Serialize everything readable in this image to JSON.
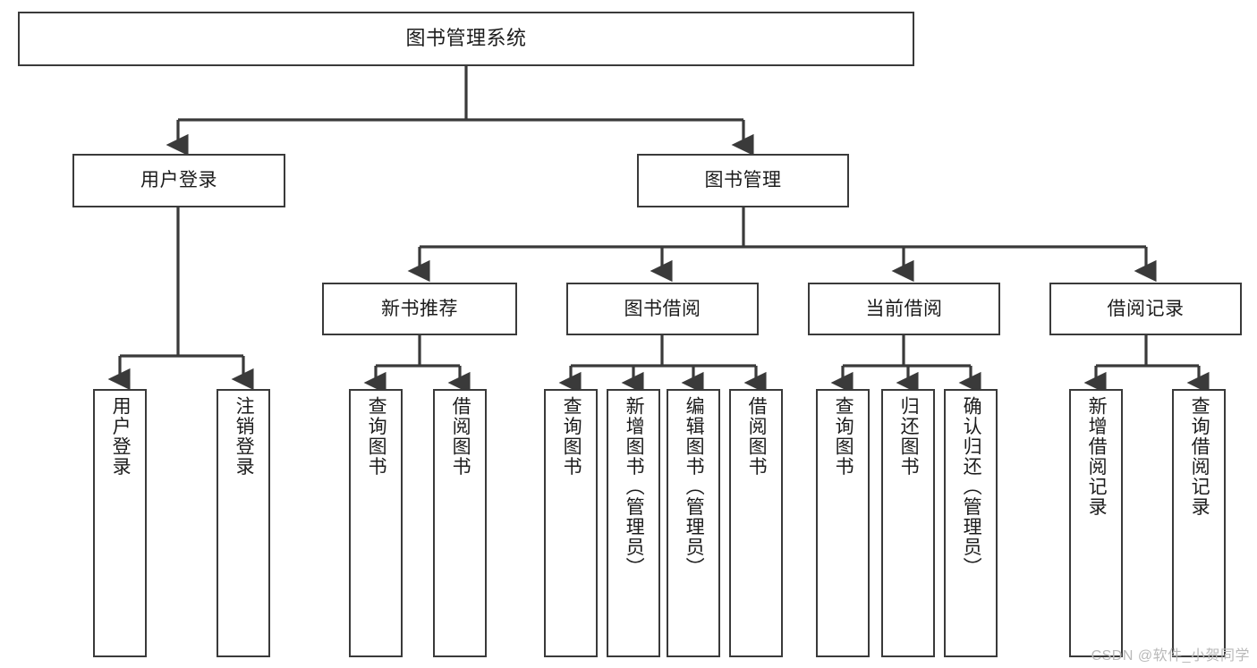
{
  "diagram": {
    "title_node": {
      "label": "图书管理系统"
    },
    "level2": [
      {
        "key": "user_login",
        "label": "用户登录"
      },
      {
        "key": "book_manage",
        "label": "图书管理"
      }
    ],
    "level3": [
      {
        "key": "new_book_rec",
        "label": "新书推荐"
      },
      {
        "key": "book_borrow",
        "label": "图书借阅"
      },
      {
        "key": "current_borrow",
        "label": "当前借阅"
      },
      {
        "key": "borrow_record",
        "label": "借阅记录"
      }
    ],
    "leaves": {
      "user_login": [
        {
          "key": "leaf-user-login",
          "label": "用户登录"
        },
        {
          "key": "leaf-logout-login",
          "label": "注销登录"
        }
      ],
      "new_book_rec": [
        {
          "key": "leaf-query-book-1",
          "label": "查询图书"
        },
        {
          "key": "leaf-borrow-book-1",
          "label": "借阅图书"
        }
      ],
      "book_borrow": [
        {
          "key": "leaf-query-book-2",
          "label": "查询图书"
        },
        {
          "key": "leaf-add-book-admin",
          "label": "新增图书（管理员）"
        },
        {
          "key": "leaf-edit-book-admin",
          "label": "编辑图书（管理员）"
        },
        {
          "key": "leaf-borrow-book-2",
          "label": "借阅图书"
        }
      ],
      "current_borrow": [
        {
          "key": "leaf-query-book-3",
          "label": "查询图书"
        },
        {
          "key": "leaf-return-book",
          "label": "归还图书"
        },
        {
          "key": "leaf-confirm-return-admin",
          "label": "确认归还（管理员）"
        }
      ],
      "borrow_record": [
        {
          "key": "leaf-add-borrow-record",
          "label": "新增借阅记录"
        },
        {
          "key": "leaf-query-borrow-record",
          "label": "查询借阅记录"
        }
      ]
    },
    "watermark": "CSDN @软件_小贺同学",
    "colors": {
      "stroke": "#3a3a3a",
      "fill": "#ffffff",
      "text": "#1c1c1c",
      "watermark": "#b9b9b9"
    }
  }
}
